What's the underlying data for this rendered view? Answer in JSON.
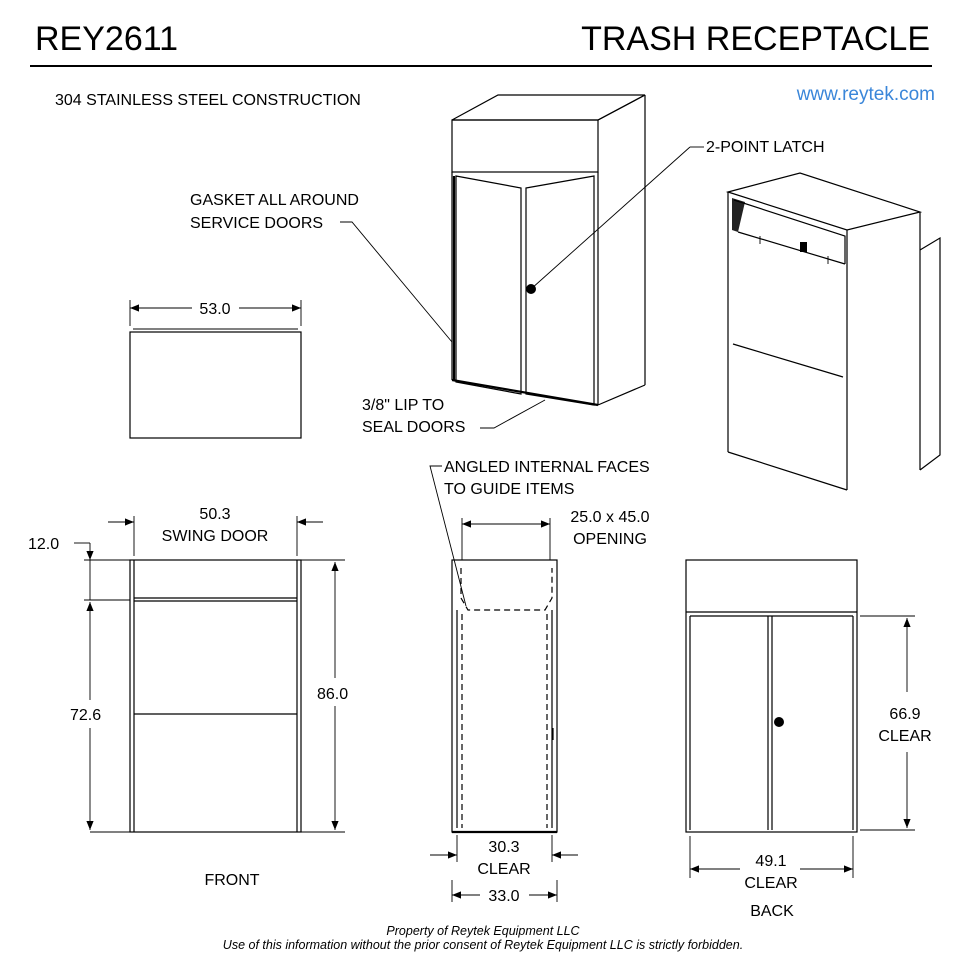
{
  "header": {
    "model": "REY2611",
    "product": "TRASH RECEPTACLE",
    "construction": "304 STAINLESS STEEL CONSTRUCTION",
    "website": "www.reytek.com"
  },
  "callouts": {
    "latch": "2-POINT LATCH",
    "gasket_line1": "GASKET ALL AROUND",
    "gasket_line2": "SERVICE DOORS",
    "lip_line1": "3/8\" LIP TO",
    "lip_line2": "SEAL DOORS",
    "angled_line1": "ANGLED INTERNAL FACES",
    "angled_line2": "TO GUIDE ITEMS"
  },
  "dimensions": {
    "top_width": "53.0",
    "swing_door_value": "50.3",
    "swing_door_label": "SWING DOOR",
    "hood_height": "12.0",
    "door_height": "72.6",
    "overall_height": "86.0",
    "opening_value": "25.0 x 45.0",
    "opening_label": "OPENING",
    "side_clear_value": "30.3",
    "side_clear_label": "CLEAR",
    "side_depth": "33.0",
    "back_height_value": "66.9",
    "back_height_label": "CLEAR",
    "back_width_value": "49.1",
    "back_width_label": "CLEAR"
  },
  "views": {
    "front": "FRONT",
    "back": "BACK"
  },
  "footer": {
    "line1": "Property of Reytek Equipment LLC",
    "line2": "Use of this information without the prior consent of Reytek Equipment LLC is strictly forbidden."
  }
}
